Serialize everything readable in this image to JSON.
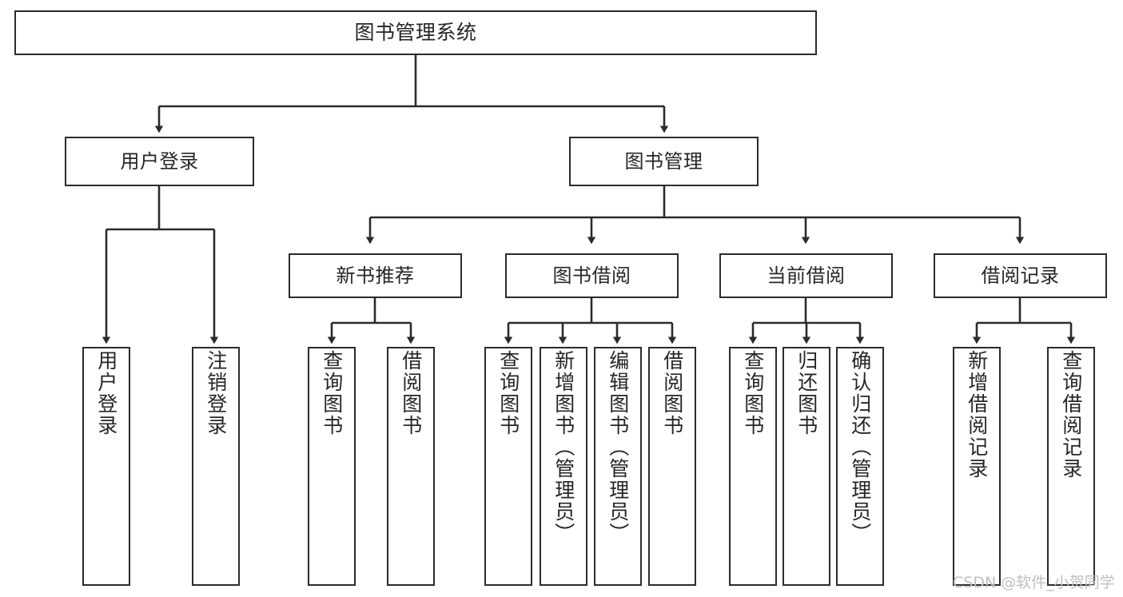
{
  "diagram": {
    "type": "tree",
    "title": "图书管理系统",
    "style": {
      "box_fill": "#ffffff",
      "box_stroke": "#2b2b2b",
      "text_color": "#262626",
      "line_color": "#2b2b2b",
      "background": "#ffffff",
      "watermark_color": "#bfbfbf"
    },
    "root": {
      "label": "图书管理系统"
    },
    "level1": [
      {
        "label": "用户登录"
      },
      {
        "label": "图书管理"
      }
    ],
    "level2": [
      {
        "label": "新书推荐"
      },
      {
        "label": "图书借阅"
      },
      {
        "label": "当前借阅"
      },
      {
        "label": "借阅记录"
      }
    ],
    "leaves": {
      "user_login": [
        {
          "label": "用户登录"
        },
        {
          "label": "注销登录"
        }
      ],
      "new_book_recommend": [
        {
          "label": "查询图书"
        },
        {
          "label": "借阅图书"
        }
      ],
      "book_borrow": [
        {
          "label": "查询图书"
        },
        {
          "label": "新增图书（管理员）"
        },
        {
          "label": "编辑图书（管理员）"
        },
        {
          "label": "借阅图书"
        }
      ],
      "current_borrow": [
        {
          "label": "查询图书"
        },
        {
          "label": "归还图书"
        },
        {
          "label": "确认归还（管理员）"
        }
      ],
      "borrow_record": [
        {
          "label": "新增借阅记录"
        },
        {
          "label": "查询借阅记录"
        }
      ]
    }
  },
  "watermark": {
    "text": "CSDN @软件_小贺同学"
  }
}
